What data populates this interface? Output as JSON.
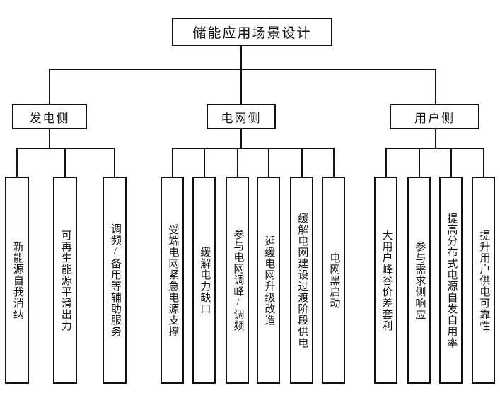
{
  "diagram": {
    "type": "hierarchy-tree",
    "orientation": "top-down",
    "title_text": "储能应用场景设计",
    "colors": {
      "background": "#ffffff",
      "border": "#111111",
      "text": "#111111",
      "connector": "#111111"
    },
    "root": {
      "label": "储能应用场景设计"
    },
    "branches": [
      {
        "label": "发电侧",
        "leaves": [
          {
            "label": "新能源自我消纳"
          },
          {
            "label": "可再生能源平滑出力"
          },
          {
            "label": "调频/备用等辅助服务"
          }
        ]
      },
      {
        "label": "电网侧",
        "leaves": [
          {
            "label": "受端电网紧急电源支撑"
          },
          {
            "label": "缓解电力缺口"
          },
          {
            "label": "参与电网调峰/调频"
          },
          {
            "label": "延缓电网升级改造"
          },
          {
            "label": "缓解电网建设过渡阶段供电"
          },
          {
            "label": "电网黑启动"
          }
        ]
      },
      {
        "label": "用户侧",
        "leaves": [
          {
            "label": "大用户峰谷价差套利"
          },
          {
            "label": "参与需求侧响应"
          },
          {
            "label": "提高分布式电源自发自用率"
          },
          {
            "label": "提升用户供电可靠性"
          }
        ]
      }
    ]
  }
}
